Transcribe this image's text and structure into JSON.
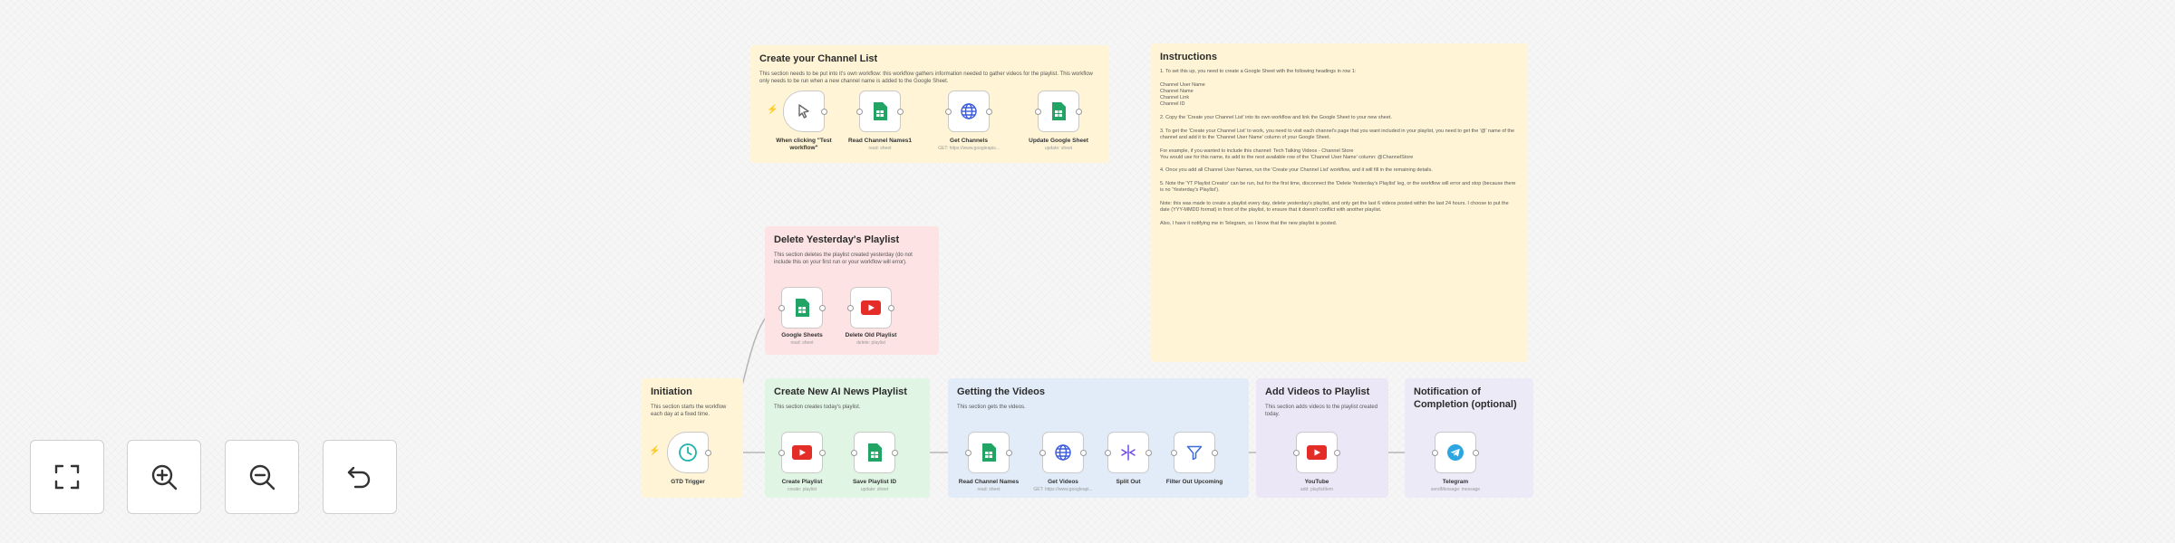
{
  "stickies": {
    "channel_list": {
      "title": "Create your Channel List",
      "body": "This section needs to be put into it's own workflow: this workflow gathers information needed to gather videos for the playlist. This workflow only needs to be run when a new channel name is added to the Google Sheet."
    },
    "instructions": {
      "title": "Instructions",
      "body": "1. To set this up, you need to create a Google Sheet with the following headings in row 1:\n\n    Channel User Name\n    Channel Name\n    Channel Link\n    Channel ID\n\n2. Copy the 'Create your Channel List' into its own workflow and link the Google Sheet to your new sheet.\n\n3. To get the 'Create your Channel List' to work, you need to visit each channel's page that you want included in your playlist, you need to get the '@' name of the channel and add it to the 'Channel User Name' column of your Google Sheet.\n\n    For example, if you wanted to include this channel: Tech Talking Videos - Channel Store\n    You would use for this name, its add to the next available row of the 'Channel User Name' column: @ChannelStore\n\n4. Once you add all Channel User Names, run the 'Create your Channel List' workflow, and it will fill in the remaining details.\n\n5. Note the 'YT Playlist Creator' can be run, but for the first time, disconnect the 'Delete Yesterday's Playlist' leg, or the workflow will error and stop (because there is no 'Yesterday's Playlist').\n\n    Note: this was made to create a playlist every day, delete yesterday's playlist, and only get the last 6 videos posted within the last 24 hours. I choose to put the date (YYY-MMDD format) in front of the playlist, to ensure that it doesn't conflict with another playlist.\n\n    Also, I have it notifying me in Telegram, so I know that the new playlist is posted."
    },
    "delete": {
      "title": "Delete Yesterday's Playlist",
      "body": "This section deletes the playlist created yesterday (do not include this on your first run or your workflow will error)."
    },
    "initiation": {
      "title": "Initiation",
      "body": "This section starts the workflow each day at a fixed time."
    },
    "create_playlist": {
      "title": "Create New AI News Playlist",
      "body": "This section creates today's playlist."
    },
    "getting_videos": {
      "title": "Getting the Videos",
      "body": "This section gets the videos."
    },
    "add_videos": {
      "title": "Add Videos to Playlist",
      "body": "This section adds videos to the playlist created today."
    },
    "notification": {
      "title": "Notification of Completion (optional)",
      "body": ""
    }
  },
  "nodes": {
    "manual_trigger": {
      "label": "When clicking \"Test workflow\"",
      "sub": "",
      "icon": "cursor-icon"
    },
    "read_channel_names_1": {
      "label": "Read Channel Names1",
      "sub": "read: sheet",
      "icon": "sheets-icon"
    },
    "get_channels": {
      "label": "Get Channels",
      "sub": "GET: https://www.googleapis...",
      "icon": "globe-icon"
    },
    "update_google_sheet": {
      "label": "Update Google Sheet",
      "sub": "update: sheet",
      "icon": "sheets-icon"
    },
    "google_sheets": {
      "label": "Google Sheets",
      "sub": "read: sheet",
      "icon": "sheets-icon"
    },
    "delete_old_playlist": {
      "label": "Delete Old Playlist",
      "sub": "delete: playlist",
      "icon": "youtube-icon"
    },
    "gtd_trigger": {
      "label": "GTD Trigger",
      "sub": "",
      "icon": "clock-icon"
    },
    "create_playlist": {
      "label": "Create Playlist",
      "sub": "create: playlist",
      "icon": "youtube-icon"
    },
    "save_playlist_id": {
      "label": "Save Playlist ID",
      "sub": "update: sheet",
      "icon": "sheets-icon"
    },
    "read_channel_names": {
      "label": "Read Channel Names",
      "sub": "read: sheet",
      "icon": "sheets-icon"
    },
    "get_videos": {
      "label": "Get Videos",
      "sub": "GET: https://www.googleapi...",
      "icon": "globe-icon"
    },
    "split_out": {
      "label": "Split Out",
      "sub": "",
      "icon": "split-icon"
    },
    "filter_out_upcoming": {
      "label": "Filter Out Upcoming",
      "sub": "",
      "icon": "filter-icon"
    },
    "youtube": {
      "label": "YouTube",
      "sub": "add: playlistItem",
      "icon": "youtube-icon"
    },
    "telegram": {
      "label": "Telegram",
      "sub": "sendMessage: message",
      "icon": "telegram-icon"
    }
  },
  "controls": {
    "fit_view": "fit-view-icon",
    "zoom_in": "zoom-in-icon",
    "zoom_out": "zoom-out-icon",
    "undo": "undo-icon"
  },
  "colors": {
    "sheets": "#21a464",
    "youtube": "#e52d27",
    "globe": "#3b5bdb",
    "split": "#7048e8",
    "filter": "#3d6bd8",
    "telegram": "#2ca5e0",
    "clock": "#20b2aa",
    "trigger_bolt": "#ff6d5a"
  }
}
